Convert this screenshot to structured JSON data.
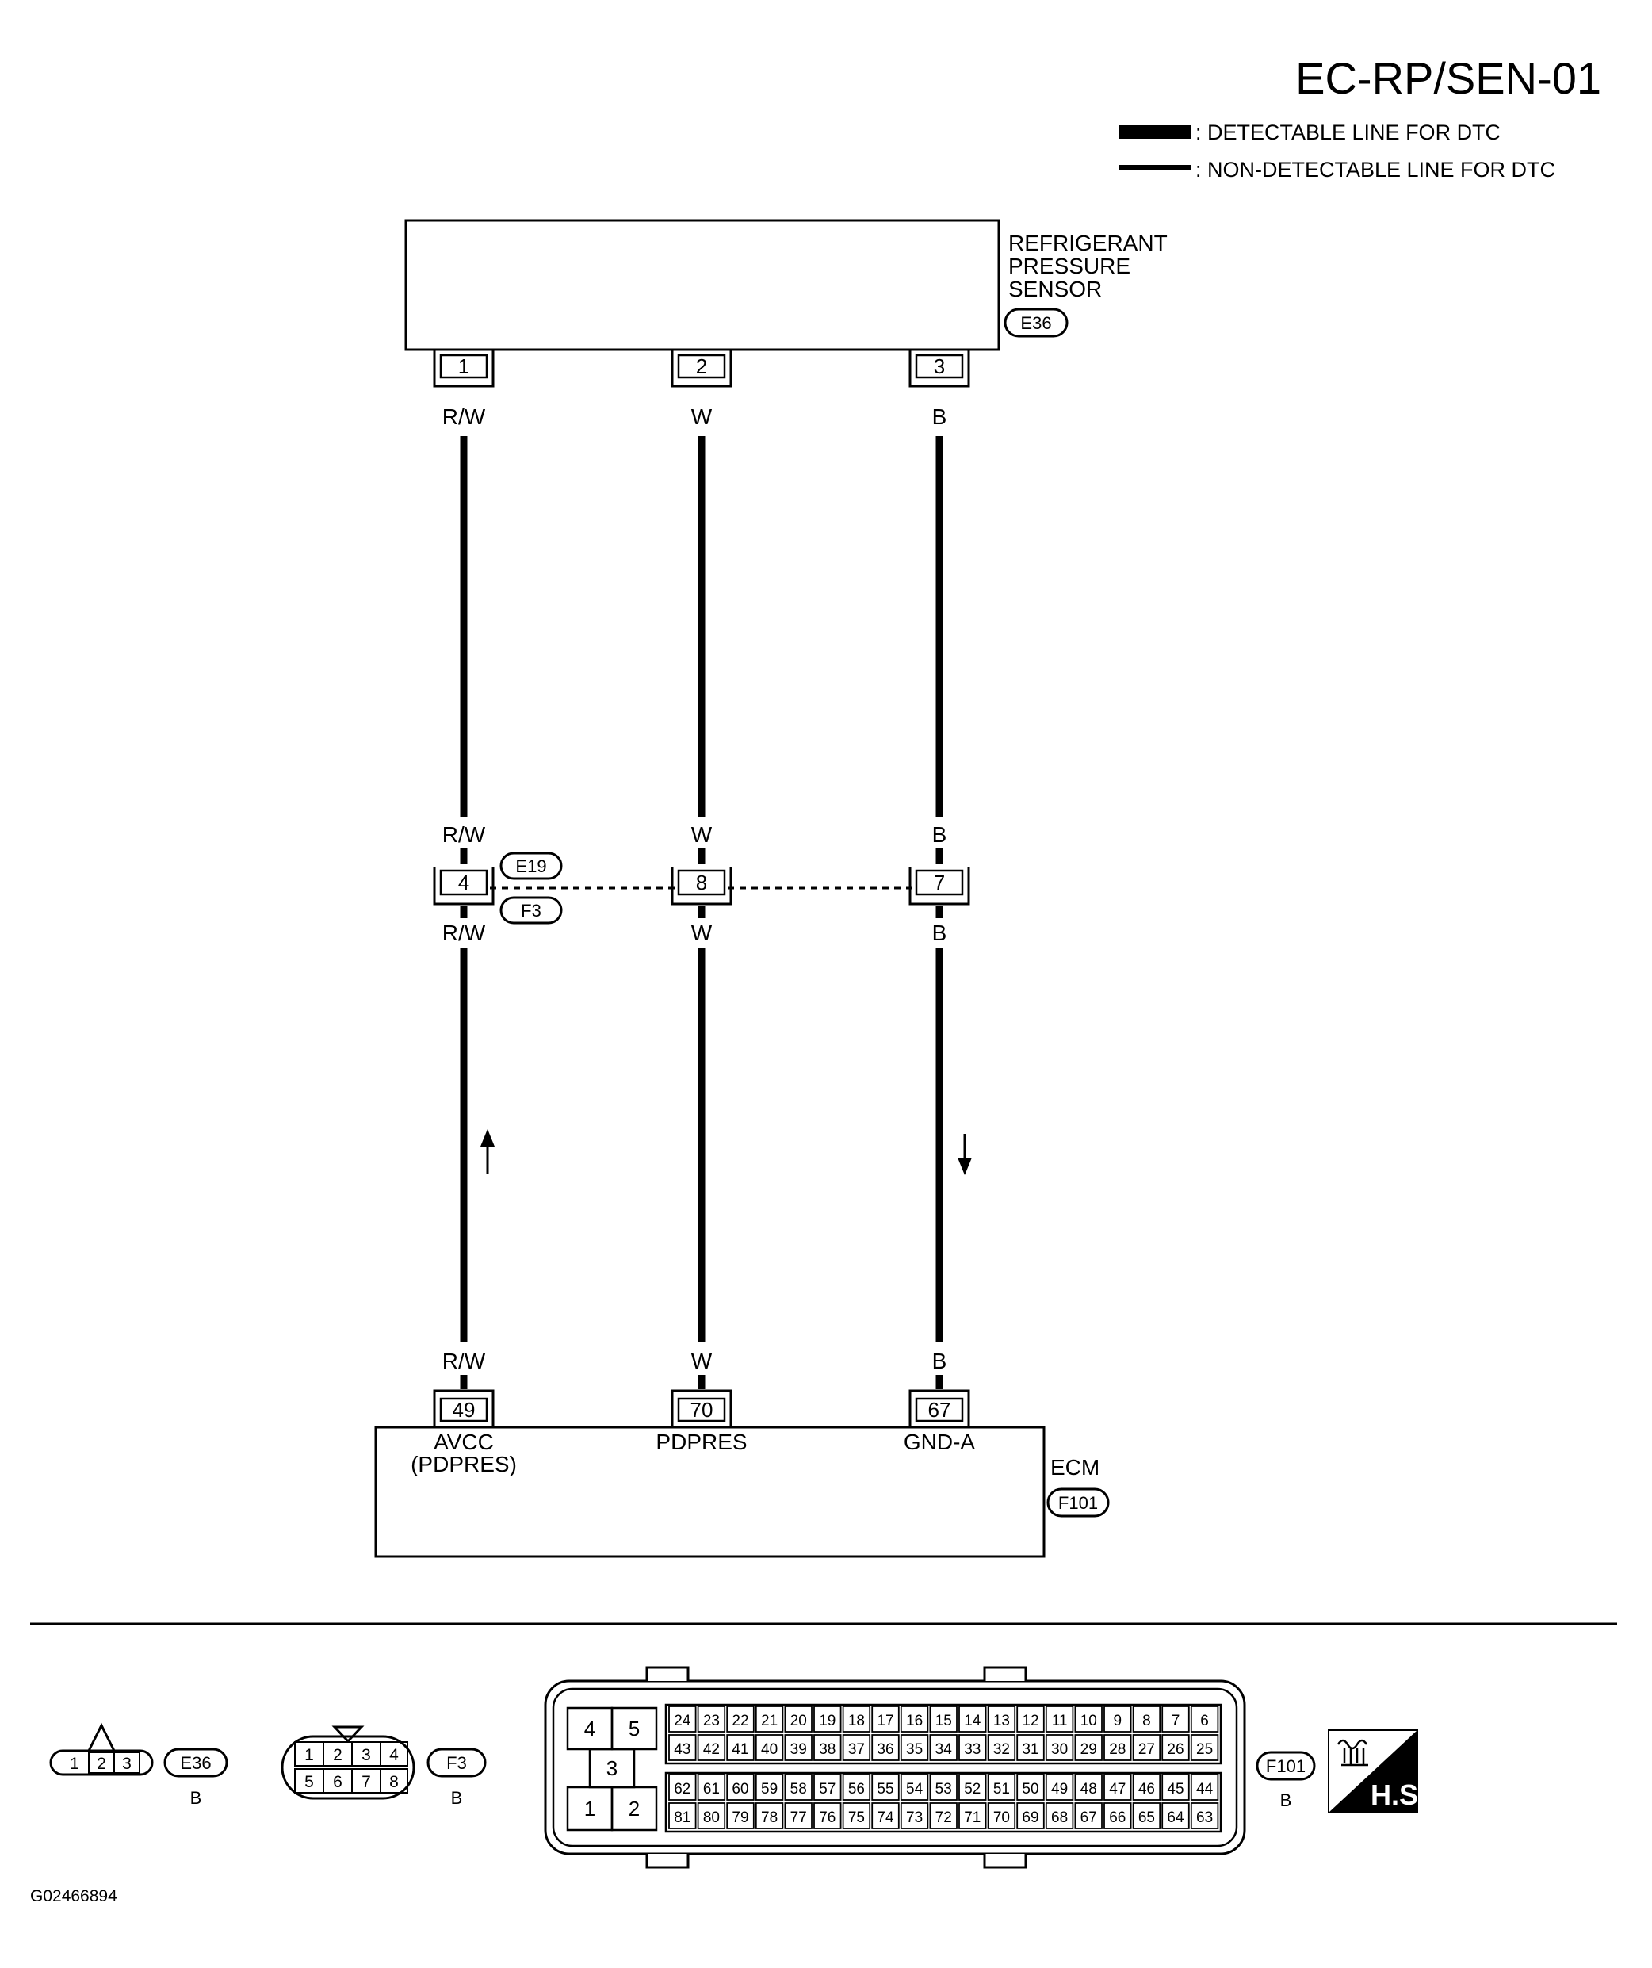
{
  "header": {
    "diagram_code": "EC-RP/SEN-01",
    "legend_detectable": ": DETECTABLE LINE FOR DTC",
    "legend_non_detectable": ": NON-DETECTABLE LINE FOR DTC"
  },
  "sensor": {
    "name_line1": "REFRIGERANT",
    "name_line2": "PRESSURE",
    "name_line3": "SENSOR",
    "connector": "E36",
    "pins": [
      "1",
      "2",
      "3"
    ]
  },
  "wires": [
    {
      "color": "R/W",
      "ecm_pin": "49",
      "ecm_signal_line1": "AVCC",
      "ecm_signal_line2": "(PDPRES)"
    },
    {
      "color": "W",
      "ecm_pin": "70",
      "ecm_signal_line1": "PDPRES",
      "ecm_signal_line2": ""
    },
    {
      "color": "B",
      "ecm_pin": "67",
      "ecm_signal_line1": "GND-A",
      "ecm_signal_line2": ""
    }
  ],
  "junction": {
    "upper_connector": "E19",
    "lower_connector": "F3",
    "pins": [
      "4",
      "8",
      "7"
    ]
  },
  "ecm": {
    "name": "ECM",
    "connector": "F101"
  },
  "connector_views": {
    "e36": {
      "label": "E36",
      "color": "B",
      "pins": [
        "1",
        "2",
        "3"
      ]
    },
    "f3": {
      "label": "F3",
      "color": "B",
      "pins_top": [
        "1",
        "2",
        "3",
        "4"
      ],
      "pins_bottom": [
        "5",
        "6",
        "7",
        "8"
      ]
    },
    "f101": {
      "label": "F101",
      "color": "B",
      "big_pins": [
        "4",
        "5",
        "3",
        "1",
        "2"
      ],
      "row1": [
        "24",
        "23",
        "22",
        "21",
        "20",
        "19",
        "18",
        "17",
        "16",
        "15",
        "14",
        "13",
        "12",
        "11",
        "10",
        "9",
        "8",
        "7",
        "6"
      ],
      "row2": [
        "43",
        "42",
        "41",
        "40",
        "39",
        "38",
        "37",
        "36",
        "35",
        "34",
        "33",
        "32",
        "31",
        "30",
        "29",
        "28",
        "27",
        "26",
        "25"
      ],
      "row3": [
        "62",
        "61",
        "60",
        "59",
        "58",
        "57",
        "56",
        "55",
        "54",
        "53",
        "52",
        "51",
        "50",
        "49",
        "48",
        "47",
        "46",
        "45",
        "44"
      ],
      "row4": [
        "81",
        "80",
        "79",
        "78",
        "77",
        "76",
        "75",
        "74",
        "73",
        "72",
        "71",
        "70",
        "69",
        "68",
        "67",
        "66",
        "65",
        "64",
        "63"
      ]
    }
  },
  "hs_badge": "H.S.",
  "figure_id": "G02466894"
}
